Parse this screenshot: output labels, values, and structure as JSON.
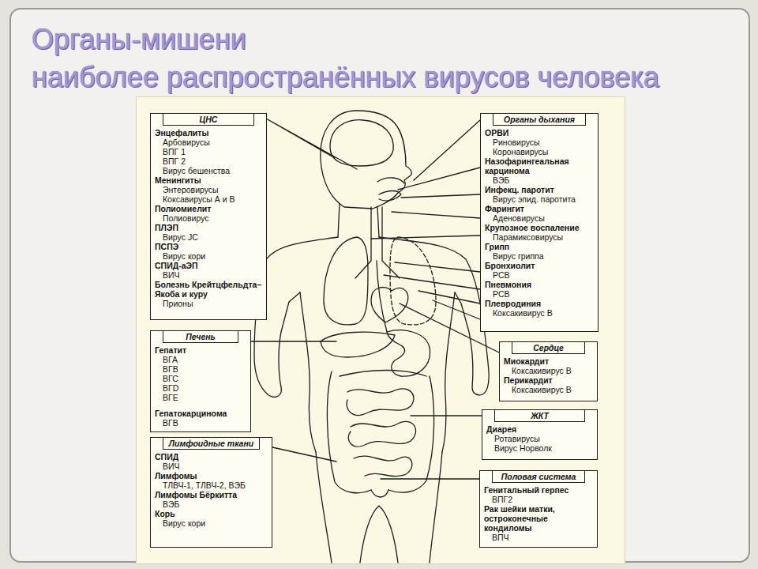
{
  "diagram": {
    "title": "Органы-мишени наиболее распространённых вирусов человека",
    "nodes": [
      {
        "text": [
          "ЦНС",
          "Энцефалиты",
          "Арбовирусы",
          "ВПГ 1",
          "ВПГ 2",
          "Вирус бешенства",
          "Менингиты",
          "Энтеровирусы",
          "Коксавирусы А и В",
          "Полиомиелит",
          "Полиовирус",
          "ПЛЭП",
          "Вирус JC",
          "ПСПЭ",
          "Вирус кори",
          "СПИД-аЭП",
          "ВИЧ",
          "Болезнь Крейтцфельдта–Якоба и куру",
          "Прионы"
        ]
      },
      {
        "text": [
          "Органы дыхания",
          "ОРВИ",
          "Риновирусы",
          "Коронавирусы",
          "Назофарингеальная карцинома",
          "ВЭБ",
          "Инфекц. паротит",
          "Вирус эпид. паротита",
          "Фарингит",
          "Аденовирусы",
          "Крупозное воспаление",
          "Парамиксовирусы",
          "Грипп",
          "Вирус гриппа",
          "Бронхиолит",
          "РСВ",
          "Пневмония",
          "РСВ",
          "Плевродиния",
          "Коксакивирус В"
        ]
      },
      {
        "text": [
          "Печень",
          "Гепатит",
          "ВГА",
          "ВГВ",
          "ВГС",
          "ВГD",
          "ВГЕ",
          "Гепатокарцинома",
          "ВГВ"
        ]
      },
      {
        "text": [
          "Сердце",
          "Миокардит",
          "Коксакивирус В",
          "Перикардит",
          "Коксакивирус В"
        ]
      },
      {
        "text": [
          "ЖКТ",
          "Диарея",
          "Ротавирусы",
          "Вирус Норволк"
        ]
      },
      {
        "text": [
          "Лимфоидные ткани",
          "СПИД",
          "ВИЧ",
          "Лимфомы",
          "ТЛВЧ-1, ТЛВЧ-2, ВЭБ",
          "Лимфомы Бёркитта",
          "ВЭБ",
          "Корь",
          "Вирус кори"
        ]
      },
      {
        "text": [
          "Половая система",
          "Генитальный герпес",
          "ВПГ2",
          "Рак шейки матки, остроконечные кондиломы",
          "ВПЧ"
        ]
      }
    ]
  }
}
